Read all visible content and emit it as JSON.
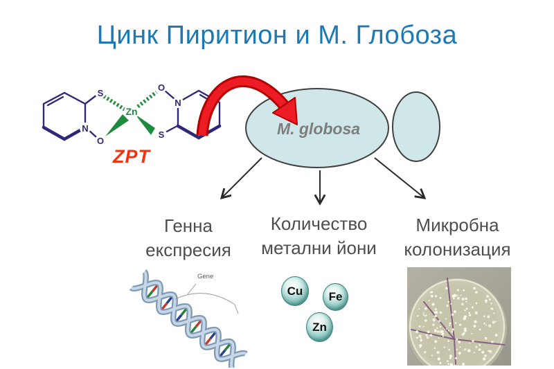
{
  "title": {
    "text": "Цинк Пиритион и М. Глобоза"
  },
  "molecule": {
    "name_label": "ZPT",
    "atoms": {
      "zn": "Zn",
      "s": "S",
      "n": "N",
      "o": "O"
    }
  },
  "cell": {
    "label": "M. globosa"
  },
  "outcomes": [
    {
      "line1": "Генна",
      "line2": "експресия"
    },
    {
      "line1": "Количество",
      "line2": "метални йони"
    },
    {
      "line1": "Микробна",
      "line2": "колонизация"
    }
  ],
  "ions": [
    {
      "symbol": "Cu"
    },
    {
      "symbol": "Fe"
    },
    {
      "symbol": "Zn"
    }
  ],
  "dna": {
    "gene_label": "Gene"
  },
  "colors": {
    "title_blue": "#1b79b5",
    "zpt_red": "#f2330f",
    "cell_fill": "#cfe7e9",
    "cell_text": "#7d7d7d",
    "bond_navy": "#2e2878",
    "zn_green": "#1e8a3e",
    "arrow_red": "#ed1c24",
    "label_gray": "#4d4d4d",
    "ion_teal": "#7fc0bb",
    "streak_purple": "#7a4f79"
  }
}
